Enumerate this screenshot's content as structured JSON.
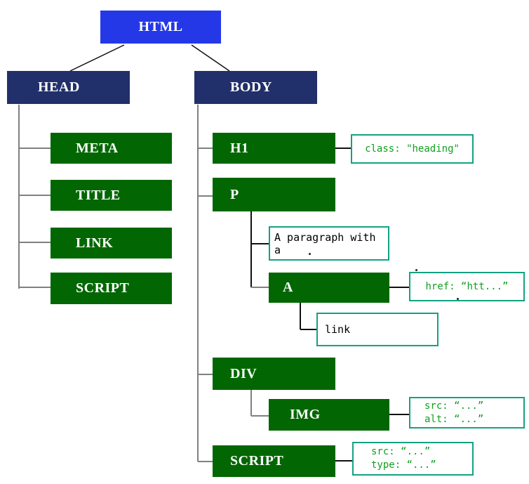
{
  "diagram_type": "tree",
  "nodes": {
    "html": "HTML",
    "head": "HEAD",
    "body": "BODY",
    "meta": "META",
    "title": "TITLE",
    "link": "LINK",
    "script_head": "SCRIPT",
    "h1": "H1",
    "p": "P",
    "a": "A",
    "div": "DIV",
    "img": "IMG",
    "script_body": "SCRIPT"
  },
  "text_boxes": {
    "paragraph": "A paragraph with a",
    "link": "link"
  },
  "annotations": {
    "h1": {
      "line1": "class: \"heading\""
    },
    "a": {
      "line1": "href: “htt...”"
    },
    "img": {
      "line1": "src: “...”",
      "line2": "alt: “...”"
    },
    "script": {
      "line1": "src: “...”",
      "line2": "type: “...”"
    }
  },
  "colors": {
    "root_fill": "#2438e8",
    "branch_fill": "#21306b",
    "element_fill": "#026702",
    "annotation_border": "#14a283",
    "annotation_text": "#0fa01f",
    "connector_gray": "#808080",
    "connector_black": "#111111",
    "canvas_bg": "#ffffff"
  }
}
